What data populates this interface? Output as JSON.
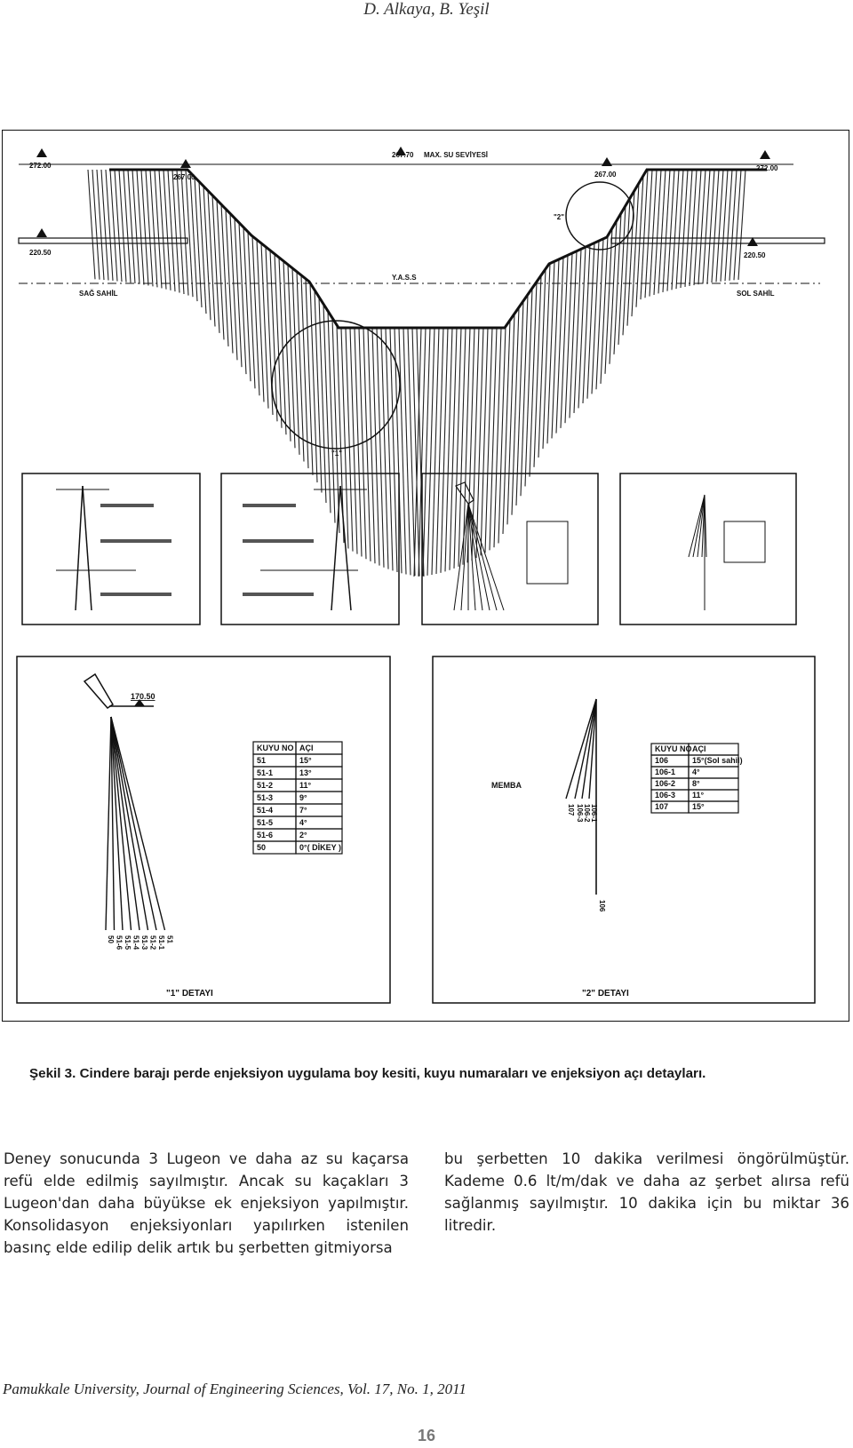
{
  "header": {
    "authors": "D. Alkaya, B. Yeşil"
  },
  "figure": {
    "section": {
      "elev_left_top": "272.00",
      "elev_left_berm": "267.00",
      "elev_max": "267.70",
      "max_water_label": "MAX. SU SEVİYESİ",
      "elev_right_berm": "267.00",
      "elev_right_top": "272.00",
      "elev_left_mid": "220.50",
      "elev_right_mid": "220.50",
      "yass_label": "Y.A.S.S",
      "left_bank_label": "SAĞ SAHİL",
      "right_bank_label": "SOL SAHİL",
      "circle_label_1": "\"1\"",
      "circle_label_2": "\"2\""
    },
    "detail1": {
      "elevation": "170.50",
      "table_headers": [
        "KUYU NO",
        "AÇI"
      ],
      "table_rows": [
        [
          "51",
          "15°"
        ],
        [
          "51-1",
          "13°"
        ],
        [
          "51-2",
          "11°"
        ],
        [
          "51-3",
          "9°"
        ],
        [
          "51-4",
          "7°"
        ],
        [
          "51-5",
          "4°"
        ],
        [
          "51-6",
          "2°"
        ],
        [
          "50",
          "0°( DİKEY )"
        ]
      ],
      "well_labels": [
        "50",
        "51-6",
        "51-5",
        "51-4",
        "51-3",
        "51-2",
        "51-1",
        "51"
      ],
      "title": "\"1\" DETAYI"
    },
    "detail2": {
      "memba_label": "MEMBA",
      "table_headers": [
        "KUYU NO",
        "AÇI"
      ],
      "table_rows": [
        [
          "106",
          "15°(Sol sahil)"
        ],
        [
          "106-1",
          "4°"
        ],
        [
          "106-2",
          "8°"
        ],
        [
          "106-3",
          "11°"
        ],
        [
          "107",
          "15°"
        ]
      ],
      "well_labels": [
        "107",
        "106-3",
        "106-2",
        "106-1"
      ],
      "bottom_label": "106",
      "title": "\"2\" DETAYI"
    }
  },
  "caption": "Şekil 3. Cindere barajı perde enjeksiyon uygulama boy kesiti, kuyu numaraları ve enjeksiyon açı detayları.",
  "body": {
    "col_left": "Deney sonucunda 3 Lugeon ve daha az su kaçarsa refü elde edilmiş sayılmıştır. Ancak su kaçakları 3 Lugeon'dan daha büyükse ek enjeksiyon yapılmıştır. Konsolidasyon enjeksiyonları yapılırken istenilen basınç elde edilip delik artık bu şerbetten gitmiyorsa",
    "col_right": "bu şerbetten 10 dakika verilmesi öngörülmüştür. Kademe 0.6 lt/m/dak ve daha az şerbet alırsa refü sağlanmış sayılmıştır. 10 dakika için bu miktar 36 litredir."
  },
  "footer": {
    "journal": "Pamukkale University, Journal of Engineering Sciences, Vol. 17, No. 1, 2011",
    "page_number": "16"
  }
}
